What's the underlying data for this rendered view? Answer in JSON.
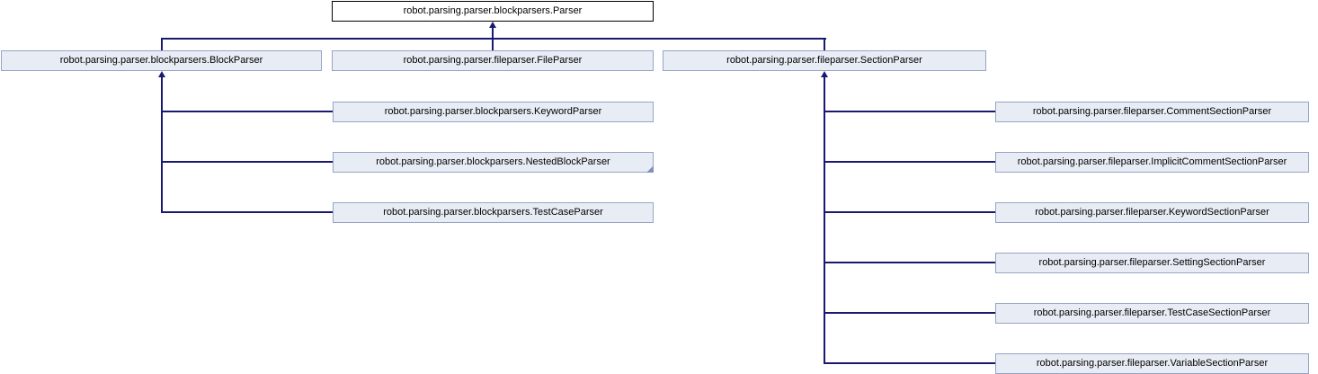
{
  "diagram_type": "class-inheritance-graph",
  "colors": {
    "edge": "#191970",
    "node_fill": "#e8ecf4",
    "node_border": "#97a4c6",
    "root_fill": "#ffffff",
    "root_border": "#000000",
    "truncation_marker": "#8193bd",
    "text": "#000000"
  },
  "nodes": {
    "parser": {
      "label": "robot.parsing.parser.blockparsers.Parser"
    },
    "block_parser": {
      "label": "robot.parsing.parser.blockparsers.BlockParser"
    },
    "file_parser": {
      "label": "robot.parsing.parser.fileparser.FileParser"
    },
    "section_parser": {
      "label": "robot.parsing.parser.fileparser.SectionParser"
    },
    "keyword_parser": {
      "label": "robot.parsing.parser.blockparsers.KeywordParser"
    },
    "nested_block_parser": {
      "label": "robot.parsing.parser.blockparsers.NestedBlockParser",
      "truncated": "true"
    },
    "test_case_parser": {
      "label": "robot.parsing.parser.blockparsers.TestCaseParser"
    },
    "comment_section_parser": {
      "label": "robot.parsing.parser.fileparser.CommentSectionParser"
    },
    "implicit_comment_section_parser": {
      "label": "robot.parsing.parser.fileparser.ImplicitCommentSectionParser"
    },
    "keyword_section_parser": {
      "label": "robot.parsing.parser.fileparser.KeywordSectionParser"
    },
    "setting_section_parser": {
      "label": "robot.parsing.parser.fileparser.SettingSectionParser"
    },
    "test_case_section_parser": {
      "label": "robot.parsing.parser.fileparser.TestCaseSectionParser"
    },
    "variable_section_parser": {
      "label": "robot.parsing.parser.fileparser.VariableSectionParser"
    }
  },
  "relations": [
    {
      "parent": "parser",
      "children": [
        "block_parser",
        "file_parser",
        "section_parser"
      ]
    },
    {
      "parent": "block_parser",
      "children": [
        "keyword_parser",
        "nested_block_parser",
        "test_case_parser"
      ]
    },
    {
      "parent": "section_parser",
      "children": [
        "comment_section_parser",
        "implicit_comment_section_parser",
        "keyword_section_parser",
        "setting_section_parser",
        "test_case_section_parser",
        "variable_section_parser"
      ]
    }
  ]
}
